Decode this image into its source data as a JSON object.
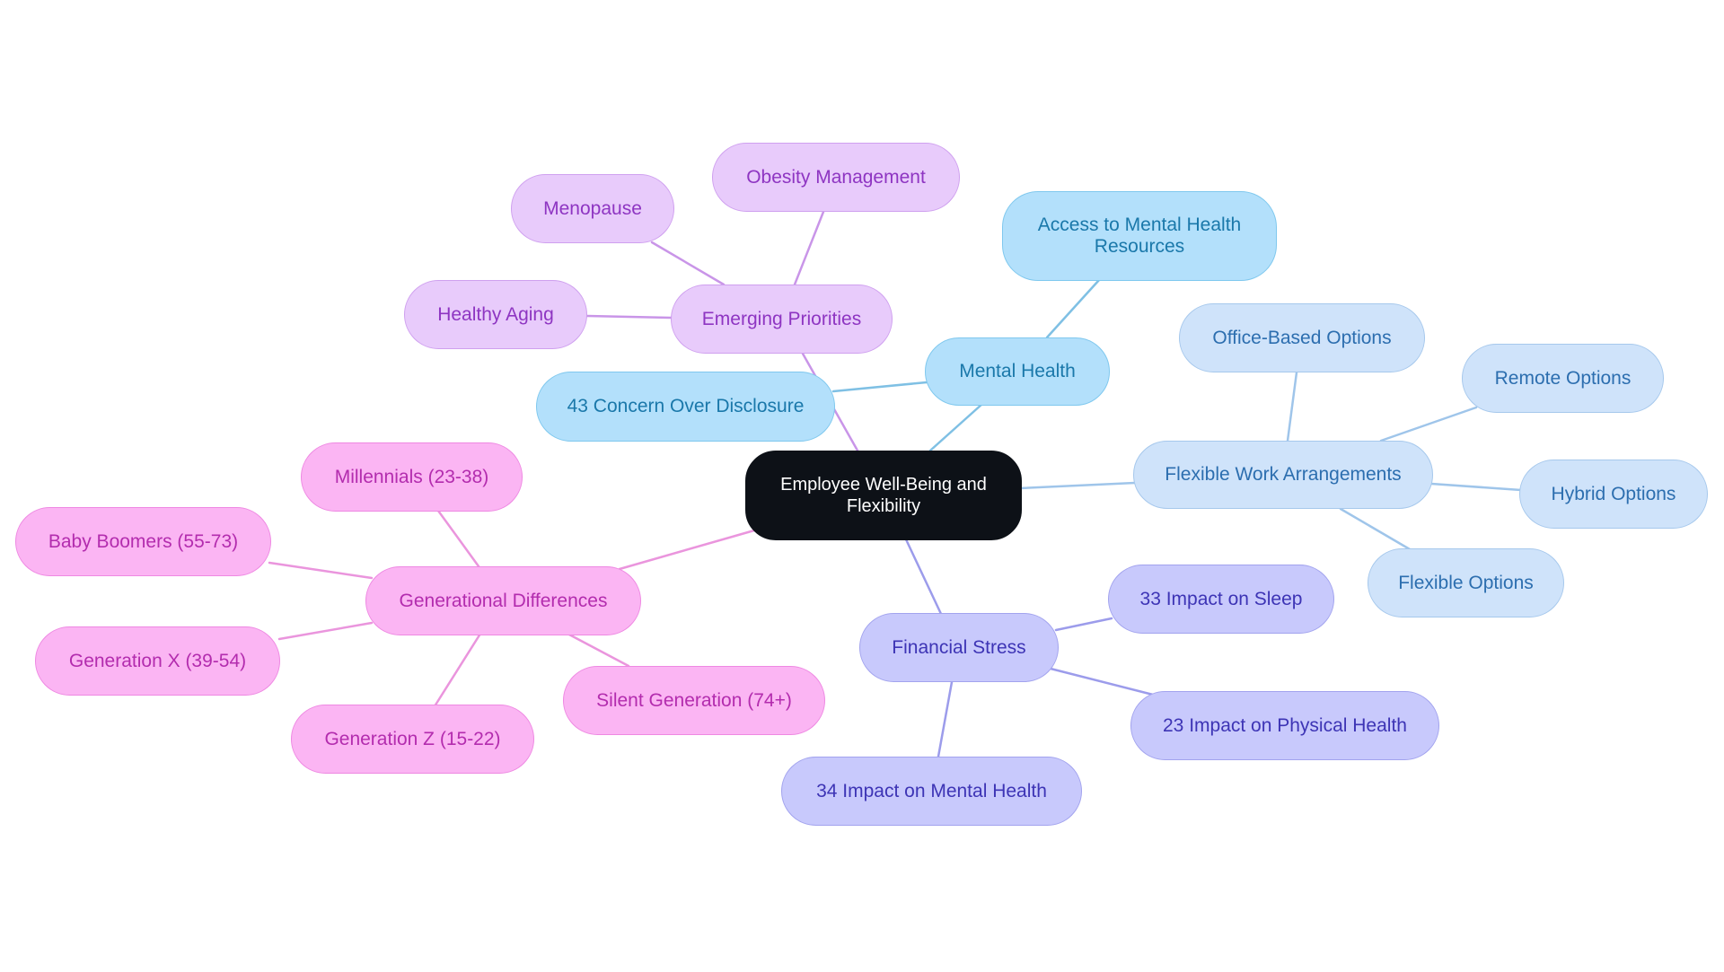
{
  "root": {
    "label": "Employee Well-Being and Flexibility"
  },
  "branches": {
    "mental_health": {
      "label": "Mental Health",
      "children": [
        "Access to Mental Health Resources",
        "43 Concern Over Disclosure"
      ]
    },
    "flexible_work": {
      "label": "Flexible Work Arrangements",
      "children": [
        "Office-Based Options",
        "Remote Options",
        "Hybrid Options",
        "Flexible Options"
      ]
    },
    "emerging_priorities": {
      "label": "Emerging Priorities",
      "children": [
        "Obesity Management",
        "Menopause",
        "Healthy Aging"
      ]
    },
    "generational_differences": {
      "label": "Generational Differences",
      "children": [
        "Millennials (23-38)",
        "Baby Boomers (55-73)",
        "Generation X (39-54)",
        "Generation Z (15-22)",
        "Silent Generation (74+)"
      ]
    },
    "financial_stress": {
      "label": "Financial Stress",
      "children": [
        "33 Impact on Sleep",
        "23 Impact on Physical Health",
        "34 Impact on Mental Health"
      ]
    }
  },
  "colors": {
    "root_fill": "#0d1117",
    "mental_health_fill": "#b3e0fb",
    "mental_health_edge": "#7fc0e4",
    "flexible_work_fill": "#cfe3fa",
    "flexible_work_edge": "#9fc5ea",
    "emerging_priorities_fill": "#e8cbfb",
    "emerging_priorities_edge": "#c995e8",
    "generational_differences_fill": "#fbb5f3",
    "generational_differences_edge": "#ea95dd",
    "financial_stress_fill": "#c8c9fc",
    "financial_stress_edge": "#9c9ceb"
  }
}
